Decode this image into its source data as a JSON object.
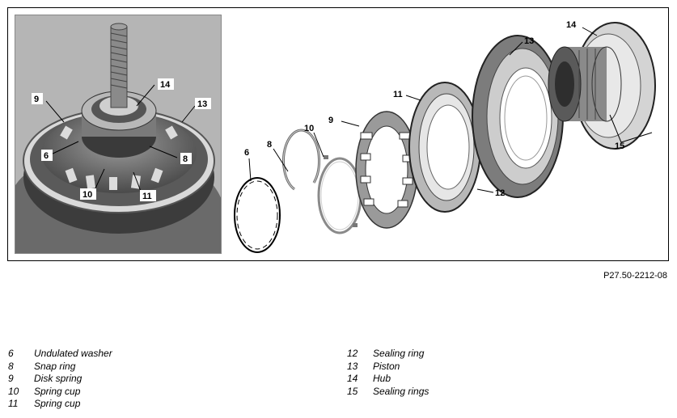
{
  "figure_ref": "P27.50-2212-08",
  "callouts": {
    "n6": "6",
    "n8": "8",
    "n9": "9",
    "n10": "10",
    "n11": "11",
    "n12": "12",
    "n13": "13",
    "n14": "14",
    "n15": "15"
  },
  "legend": {
    "left": [
      {
        "num": "6",
        "label": "Undulated washer"
      },
      {
        "num": "8",
        "label": "Snap ring"
      },
      {
        "num": "9",
        "label": "Disk spring"
      },
      {
        "num": "10",
        "label": "Spring cup"
      },
      {
        "num": "11",
        "label": "Spring cup"
      }
    ],
    "right": [
      {
        "num": "12",
        "label": "Sealing ring"
      },
      {
        "num": "13",
        "label": "Piston"
      },
      {
        "num": "14",
        "label": "Hub"
      },
      {
        "num": "15",
        "label": "Sealing rings"
      }
    ]
  }
}
